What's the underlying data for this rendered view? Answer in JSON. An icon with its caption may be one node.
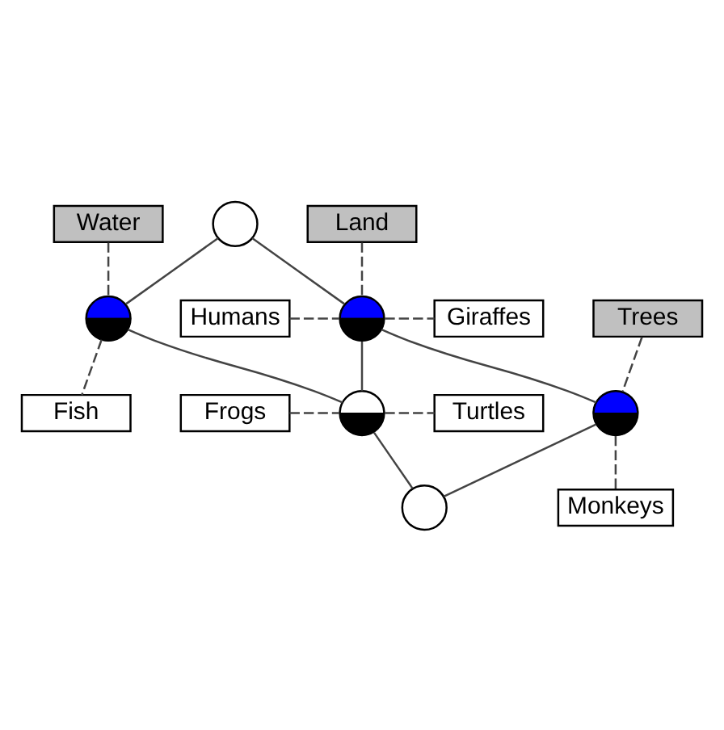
{
  "diagram": {
    "nodes": [
      {
        "text": [],
        "shape": "circle"
      },
      {
        "text": [
          "Water"
        ]
      },
      {
        "text": [],
        "shape": "circle"
      },
      {
        "text": [
          "Fish"
        ]
      },
      {
        "text": [
          "Land"
        ]
      },
      {
        "text": [
          "Humans"
        ]
      },
      {
        "text": [],
        "shape": "circle"
      },
      {
        "text": [
          "Giraffes"
        ]
      },
      {
        "text": [
          "Trees"
        ]
      },
      {
        "text": [],
        "shape": "circle"
      },
      {
        "text": [
          "Frogs"
        ]
      },
      {
        "text": [],
        "shape": "circle"
      },
      {
        "text": [
          "Turtles"
        ]
      },
      {
        "text": [
          "Monkeys"
        ]
      },
      {
        "text": [],
        "shape": "circle"
      }
    ],
    "edges": [
      {
        "from": 0,
        "to": 2,
        "arrow": "none"
      },
      {
        "from": 0,
        "to": 6,
        "arrow": "none"
      },
      {
        "from": 2,
        "to": 11,
        "arrow": "none"
      },
      {
        "from": 6,
        "to": 11,
        "arrow": "none"
      },
      {
        "from": 6,
        "to": 9,
        "arrow": "none"
      },
      {
        "from": 11,
        "to": 14,
        "arrow": "none"
      },
      {
        "from": 9,
        "to": 14,
        "arrow": "none"
      },
      {
        "from": 1,
        "to": 2,
        "arrow": "none",
        "style": "dashed"
      },
      {
        "from": 2,
        "to": 3,
        "arrow": "none",
        "style": "dashed"
      },
      {
        "from": 4,
        "to": 6,
        "arrow": "none",
        "style": "dashed"
      },
      {
        "from": 5,
        "to": 6,
        "arrow": "none",
        "style": "dashed"
      },
      {
        "from": 6,
        "to": 7,
        "arrow": "none",
        "style": "dashed"
      },
      {
        "from": 8,
        "to": 9,
        "arrow": "none",
        "style": "dashed"
      },
      {
        "from": 9,
        "to": 13,
        "arrow": "none",
        "style": "dashed"
      },
      {
        "from": 10,
        "to": 11,
        "arrow": "none",
        "style": "dashed"
      },
      {
        "from": 11,
        "to": 12,
        "arrow": "none",
        "style": "dashed"
      }
    ]
  }
}
